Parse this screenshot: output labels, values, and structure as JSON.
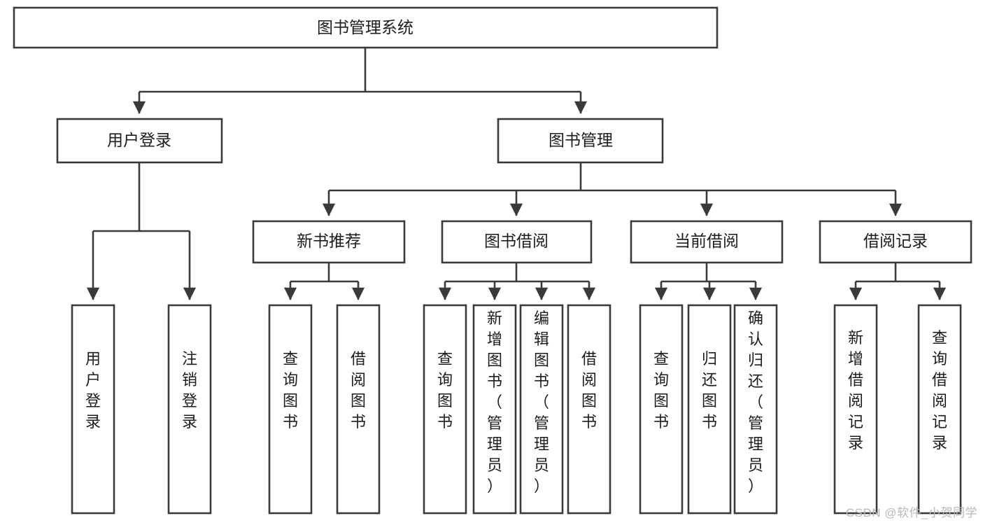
{
  "diagram": {
    "title": "图书管理系统",
    "type": "tree",
    "root": {
      "id": "root",
      "label": "图书管理系统"
    },
    "level2": [
      {
        "id": "user-login",
        "label": "用户登录"
      },
      {
        "id": "book-manage",
        "label": "图书管理"
      }
    ],
    "level3": [
      {
        "id": "new-book-recommend",
        "label": "新书推荐"
      },
      {
        "id": "book-borrow",
        "label": "图书借阅"
      },
      {
        "id": "current-borrow",
        "label": "当前借阅"
      },
      {
        "id": "borrow-record",
        "label": "借阅记录"
      }
    ],
    "leaves": {
      "user_login": [
        {
          "id": "leaf-user-login",
          "label": "用户登录"
        },
        {
          "id": "leaf-logout-login",
          "label": "注销登录"
        }
      ],
      "new_book_recommend": [
        {
          "id": "leaf-query-book-1",
          "label": "查询图书"
        },
        {
          "id": "leaf-borrow-book-1",
          "label": "借阅图书"
        }
      ],
      "book_borrow": [
        {
          "id": "leaf-query-book-2",
          "label": "查询图书"
        },
        {
          "id": "leaf-add-book",
          "label": "新增图书（管理员）"
        },
        {
          "id": "leaf-edit-book",
          "label": "编辑图书（管理员）"
        },
        {
          "id": "leaf-borrow-book-2",
          "label": "借阅图书"
        }
      ],
      "current_borrow": [
        {
          "id": "leaf-query-book-3",
          "label": "查询图书"
        },
        {
          "id": "leaf-return-book",
          "label": "归还图书"
        },
        {
          "id": "leaf-confirm-return",
          "label": "确认归还（管理员）"
        }
      ],
      "borrow_record": [
        {
          "id": "leaf-add-record",
          "label": "新增借阅记录"
        },
        {
          "id": "leaf-query-record",
          "label": "查询借阅记录"
        }
      ]
    }
  },
  "watermark": {
    "text": "CSDN @软件_小贺同学"
  },
  "colors": {
    "stroke": "#3a3a3a",
    "fill": "#ffffff",
    "text": "#1c1c1c",
    "watermark": "#b9b9b9"
  }
}
